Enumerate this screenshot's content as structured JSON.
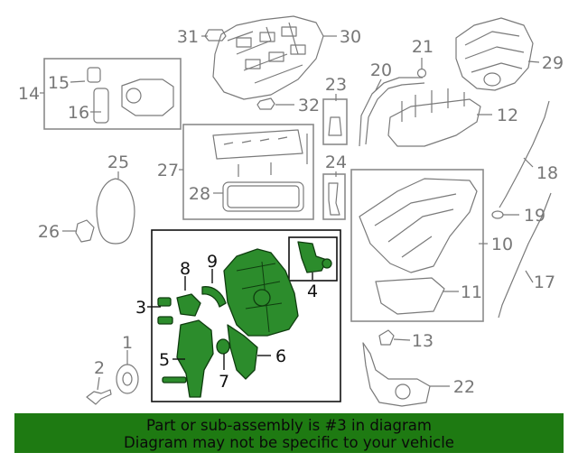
{
  "labels": [
    "1",
    "2",
    "3",
    "4",
    "5",
    "6",
    "7",
    "8",
    "9",
    "10",
    "11",
    "12",
    "13",
    "14",
    "15",
    "16",
    "17",
    "18",
    "19",
    "20",
    "21",
    "22",
    "23",
    "24",
    "25",
    "26",
    "27",
    "28",
    "29",
    "30",
    "31",
    "32"
  ],
  "highlight_color": "#2c8c2c",
  "banner_color": "#1e7a12",
  "banner": {
    "line1": "Part or sub-assembly is #3 in diagram",
    "line2": "Diagram may not be specific to your vehicle"
  }
}
